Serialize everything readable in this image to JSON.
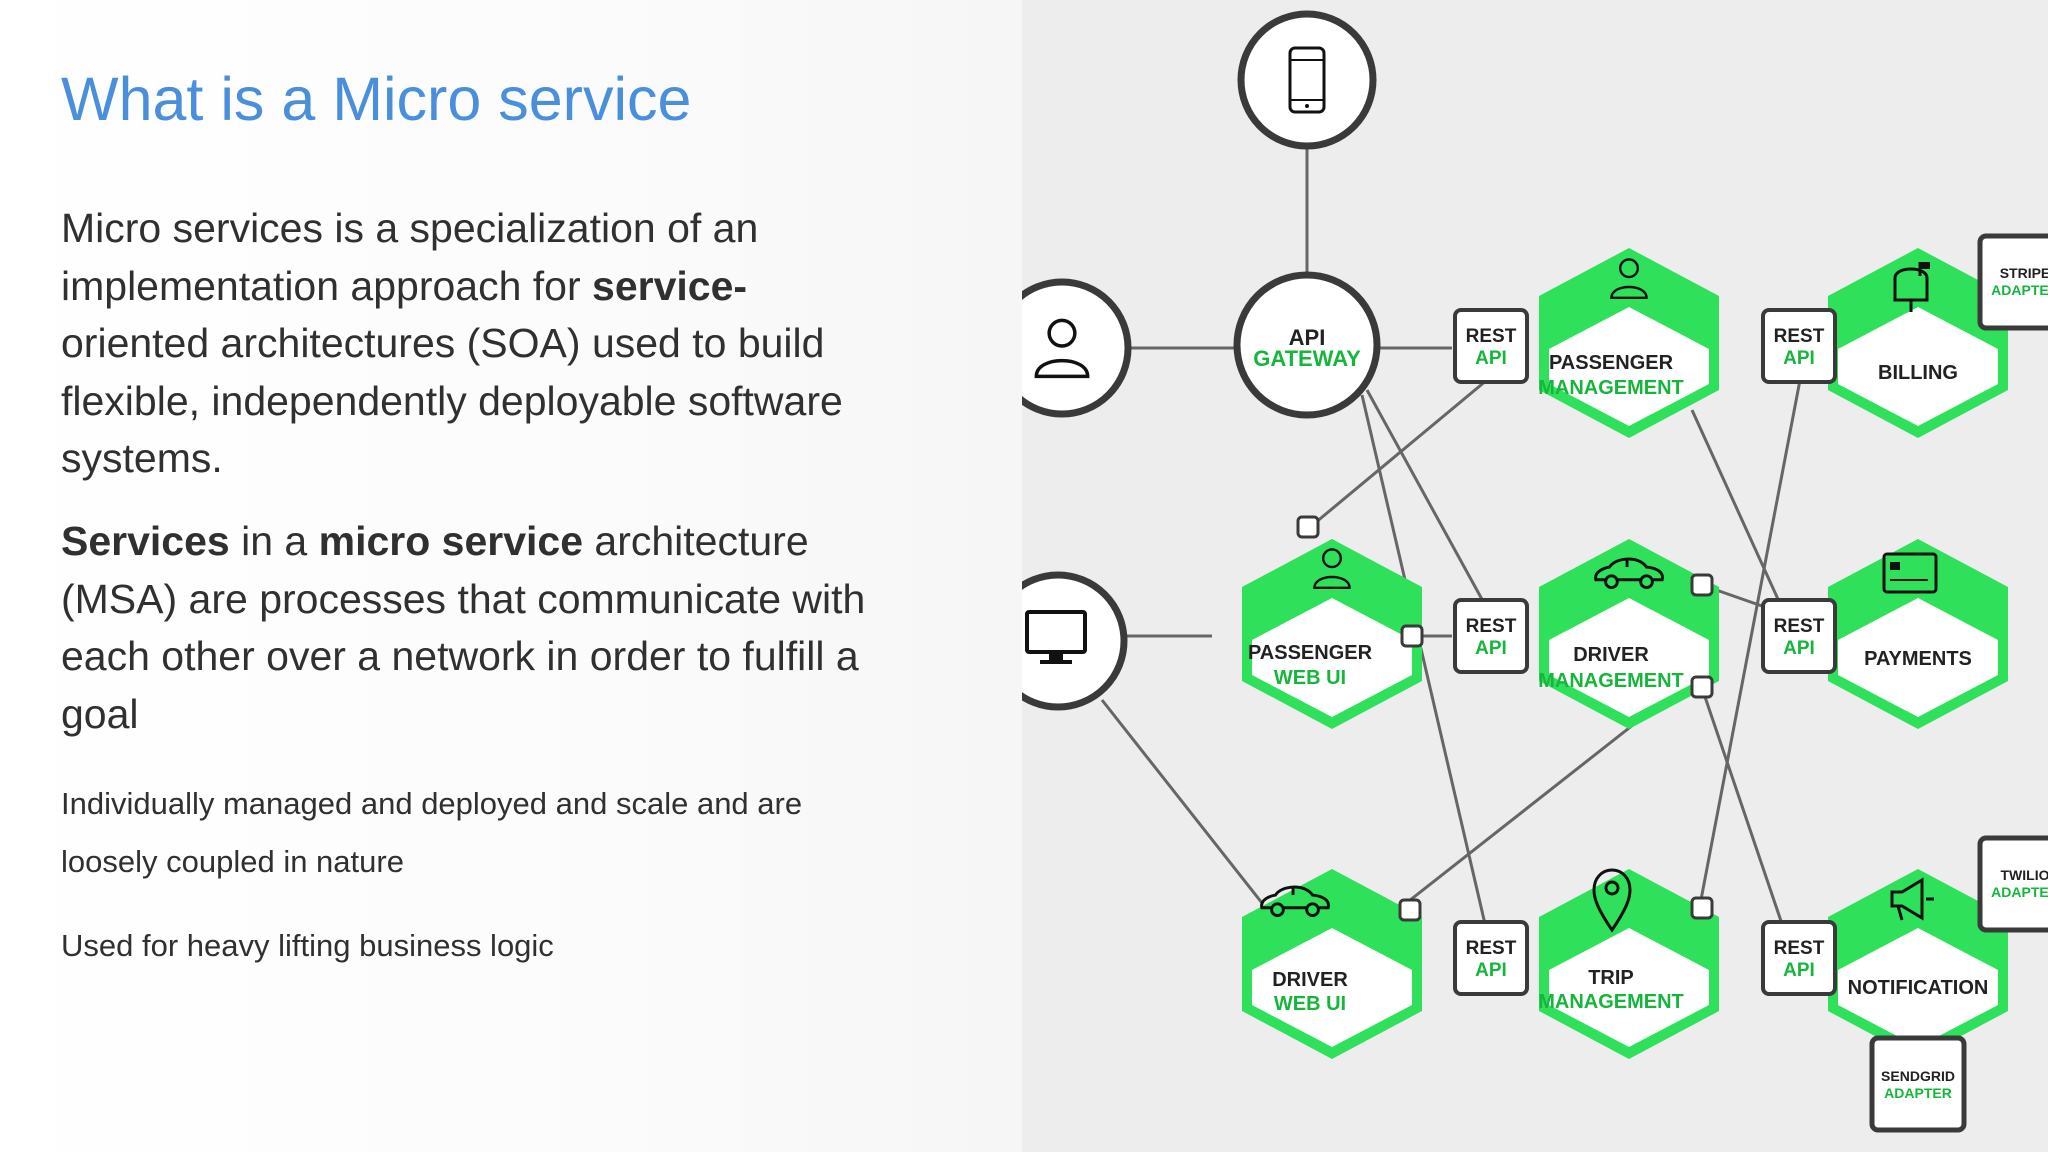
{
  "slide": {
    "title": "What is a Micro service",
    "para1": {
      "t1": "Micro services is a specialization of an implementation approach for ",
      "b1": "service-",
      "t2": " oriented architectures (SOA) used to build flexible, independently deployable software systems."
    },
    "para2": {
      "b1": "Services",
      "t1": " in a ",
      "b2": "micro service",
      "t2": " architecture (MSA) are processes that communicate with each other over a network in order to fulfill a goal"
    },
    "bullet1": "Individually managed and deployed and scale and are loosely coupled in nature",
    "bullet2": "Used for heavy lifting business logic"
  },
  "diagram": {
    "colors": {
      "green": "#2ee05a",
      "green_text": "#16b53b",
      "dark": "#3a3a3a",
      "line": "#666666",
      "bg": "#ededed"
    },
    "api_gateway": {
      "line1": "API",
      "line2": "GATEWAY"
    },
    "rest_api": {
      "line1": "REST",
      "line2": "API"
    },
    "clients": [
      {
        "icon": "mobile-phone-icon"
      },
      {
        "icon": "user-icon"
      },
      {
        "icon": "desktop-monitor-icon"
      }
    ],
    "services": {
      "passenger_management": {
        "line1": "PASSENGER",
        "line2": "MANAGEMENT",
        "icon": "person-icon"
      },
      "billing": {
        "line1": "BILLING",
        "icon": "mailbox-icon"
      },
      "passenger_web_ui": {
        "line1": "PASSENGER",
        "line2": "WEB UI",
        "icon": "person-icon"
      },
      "driver_management": {
        "line1": "DRIVER",
        "line2": "MANAGEMENT",
        "icon": "car-icon"
      },
      "payments": {
        "line1": "PAYMENTS",
        "icon": "credit-card-icon"
      },
      "driver_web_ui": {
        "line1": "DRIVER",
        "line2": "WEB UI",
        "icon": "car-icon"
      },
      "trip_management": {
        "line1": "TRIP",
        "line2": "MANAGEMENT",
        "icon": "map-pin-icon"
      },
      "notification": {
        "line1": "NOTIFICATION",
        "icon": "megaphone-icon"
      }
    },
    "adapters": {
      "stripe": {
        "line1": "STRIPE",
        "line2": "ADAPTER"
      },
      "twilio": {
        "line1": "TWILIO",
        "line2": "ADAPTER"
      },
      "sendgrid": {
        "line1": "SENDGRID",
        "line2": "ADAPTER"
      }
    }
  }
}
